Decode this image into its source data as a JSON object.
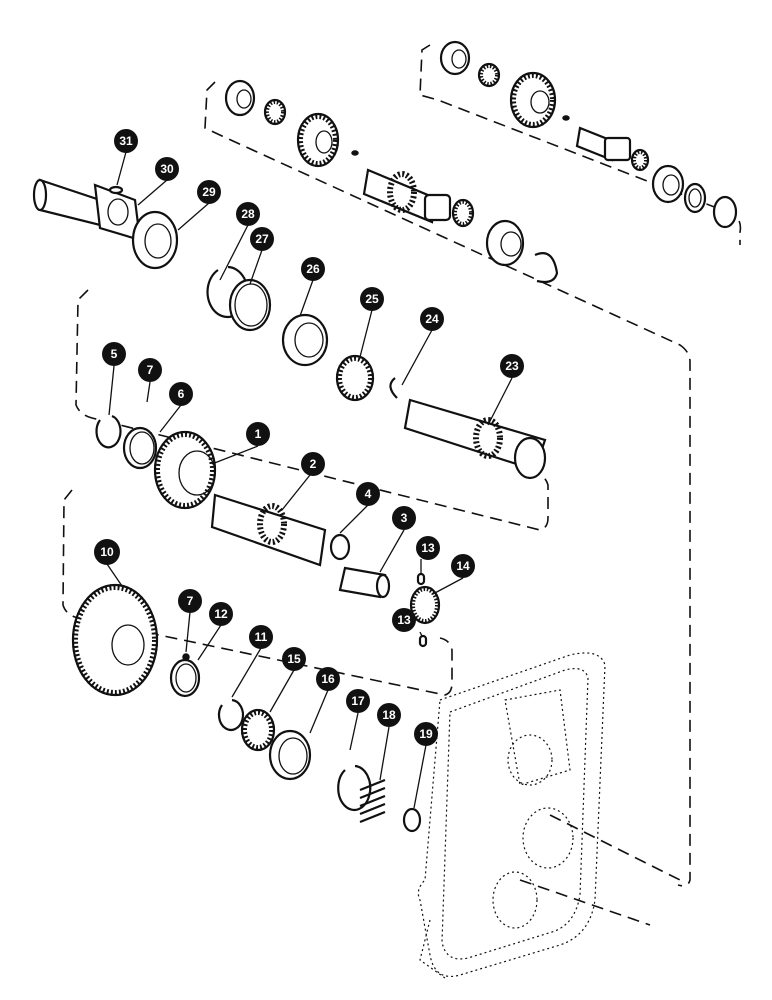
{
  "callouts": [
    {
      "label": "1"
    },
    {
      "label": "2"
    },
    {
      "label": "3"
    },
    {
      "label": "4"
    },
    {
      "label": "5"
    },
    {
      "label": "6"
    },
    {
      "label": "7"
    },
    {
      "label": "7"
    },
    {
      "label": "10"
    },
    {
      "label": "11"
    },
    {
      "label": "12"
    },
    {
      "label": "13"
    },
    {
      "label": "13"
    },
    {
      "label": "14"
    },
    {
      "label": "15"
    },
    {
      "label": "16"
    },
    {
      "label": "17"
    },
    {
      "label": "18"
    },
    {
      "label": "19"
    },
    {
      "label": "23"
    },
    {
      "label": "24"
    },
    {
      "label": "25"
    },
    {
      "label": "26"
    },
    {
      "label": "27"
    },
    {
      "label": "28"
    },
    {
      "label": "29"
    },
    {
      "label": "30"
    },
    {
      "label": "31"
    }
  ]
}
